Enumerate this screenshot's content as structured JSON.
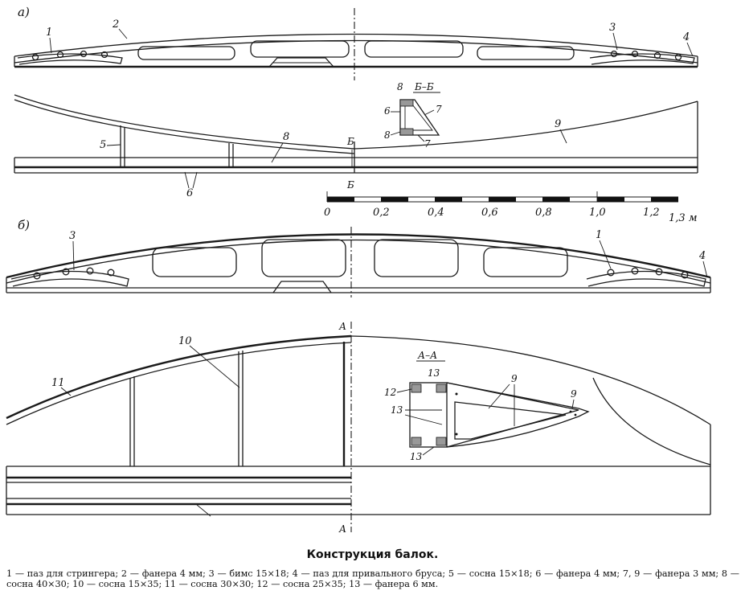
{
  "figure": {
    "view_a": "а)",
    "view_b": "б)",
    "section_bb": "Б–Б",
    "section_aa": "А–А",
    "cut_b": "Б",
    "cut_a": "А",
    "scale_ticks": [
      "0",
      "0,2",
      "0,4",
      "0,6",
      "0,8",
      "1,0",
      "1,2"
    ],
    "scale_end": "1,3 м",
    "labels": {
      "n1": "1",
      "n2": "2",
      "n3": "3",
      "n4": "4",
      "n5": "5",
      "n6": "6",
      "n7": "7",
      "n8": "8",
      "n9": "9",
      "n10": "10",
      "n11": "11",
      "n12": "12",
      "n13": "13"
    }
  },
  "caption": "Конструкция балок.",
  "legend": "1 — паз для стрингера; 2 — фанера 4 мм; 3 — бимс 15×18; 4 — паз для привального бруса; 5 — сосна 15×18; 6 — фанера 4 мм; 7, 9 — фанера 3 мм; 8 — сосна 40×30; 10 — сосна 15×35; 11 — сосна 30×30; 12 — сосна 25×35; 13 — фанера 6 мм."
}
